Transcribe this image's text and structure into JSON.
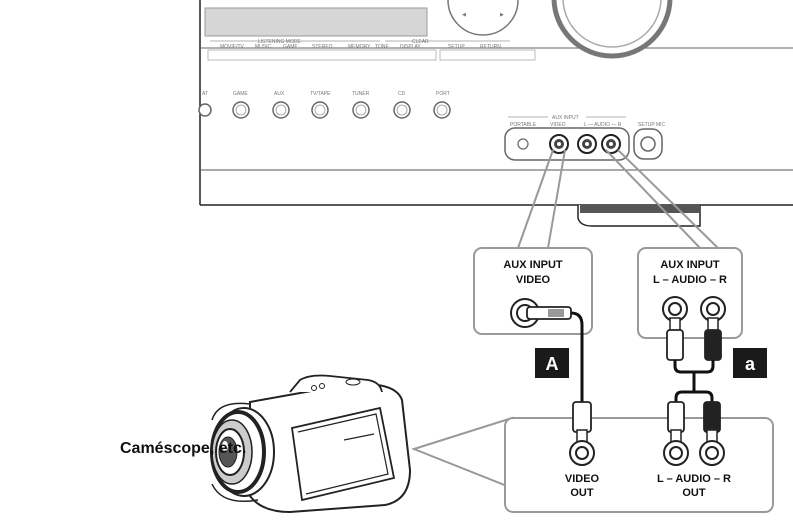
{
  "panel": {
    "listening_mode": "LISTENING MODE",
    "clear": "CLEAR",
    "top_buttons": [
      "MOVIE/TV",
      "MUSIC",
      "GAME",
      "STEREO",
      "MEMORY",
      "TONE",
      "DISPLAY",
      "SETUP",
      "RETURN"
    ],
    "sources": [
      "AT",
      "GAME",
      "AUX",
      "TV/TAPE",
      "TUNER",
      "CD",
      "PORT"
    ],
    "aux_input": "AUX INPUT",
    "portable": "PORTABLE",
    "video": "VIDEO",
    "audio": "L — AUDIO — R",
    "setup_mic": "SETUP MIC"
  },
  "callouts": {
    "video_title": [
      "AUX INPUT",
      "VIDEO"
    ],
    "audio_title": [
      "AUX INPUT",
      "L – AUDIO – R"
    ]
  },
  "badges": {
    "video_cable": "A",
    "audio_cable": "a"
  },
  "camera_outputs": {
    "video": [
      "VIDEO",
      "OUT"
    ],
    "audio": [
      "L – AUDIO – R",
      "OUT"
    ]
  },
  "device_caption": "Caméscope, etc."
}
